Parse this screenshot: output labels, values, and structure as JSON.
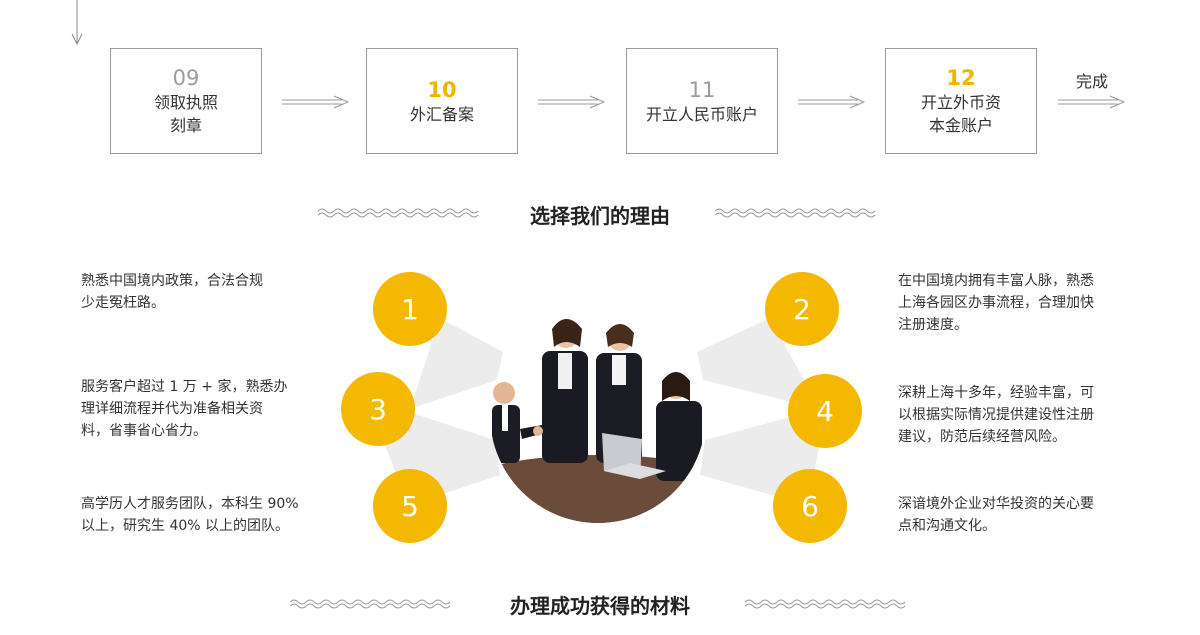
{
  "colors": {
    "accent": "#f5b800",
    "box_border": "#9a9a9a",
    "fan": "#ececec"
  },
  "steps": [
    {
      "num": "09",
      "label": "领取执照\n刻章",
      "highlight": false
    },
    {
      "num": "10",
      "label": "外汇备案",
      "highlight": true
    },
    {
      "num": "11",
      "label": "开立人民币账户",
      "highlight": false
    },
    {
      "num": "12",
      "label": "开立外币资\n本金账户",
      "highlight": true
    }
  ],
  "done_label": "完成",
  "section1_title": "选择我们的理由",
  "section2_title": "办理成功获得的材料",
  "reasons": [
    {
      "num": "1",
      "text": "熟悉中国境内政策，合法合规\n少走冤枉路。"
    },
    {
      "num": "2",
      "text": "在中国境内拥有丰富人脉，熟悉\n上海各园区办事流程，合理加快\n注册速度。"
    },
    {
      "num": "3",
      "text": "服务客户超过 1 万 + 家，熟悉办\n理详细流程并代为准备相关资\n料，省事省心省力。"
    },
    {
      "num": "4",
      "text": "深耕上海十多年，经验丰富，可\n以根据实际情况提供建设性注册\n建议，防范后续经营风险。"
    },
    {
      "num": "5",
      "text": "高学历人才服务团队，本科生 90%\n以上，研究生 40% 以上的团队。"
    },
    {
      "num": "6",
      "text": "深谙境外企业对华投资的关心要\n点和沟通文化。"
    }
  ],
  "icons": {
    "down_arrow": "arrow-down-icon",
    "step_arrow": "arrow-right-icon",
    "wave": "wave-divider-icon"
  }
}
